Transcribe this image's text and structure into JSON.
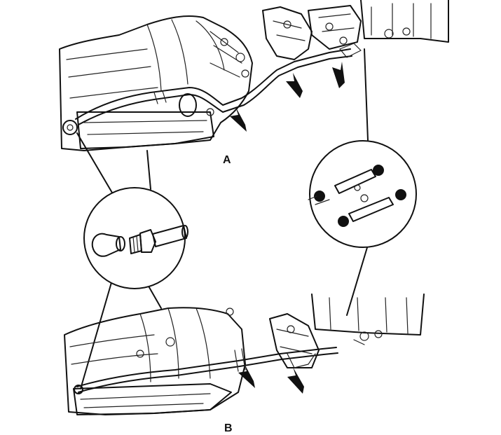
{
  "figure": {
    "labels": {
      "view_a": "A",
      "view_b": "B"
    },
    "colors": {
      "ink": "#111111",
      "paper": "#ffffff"
    },
    "callouts": [
      {
        "id": "fitting-detail",
        "depicts": "banjo-elbow-fitting-and-threaded-connector"
      },
      {
        "id": "bracket-detail",
        "depicts": "cooler-line-retaining-clips-with-nuts"
      }
    ]
  }
}
